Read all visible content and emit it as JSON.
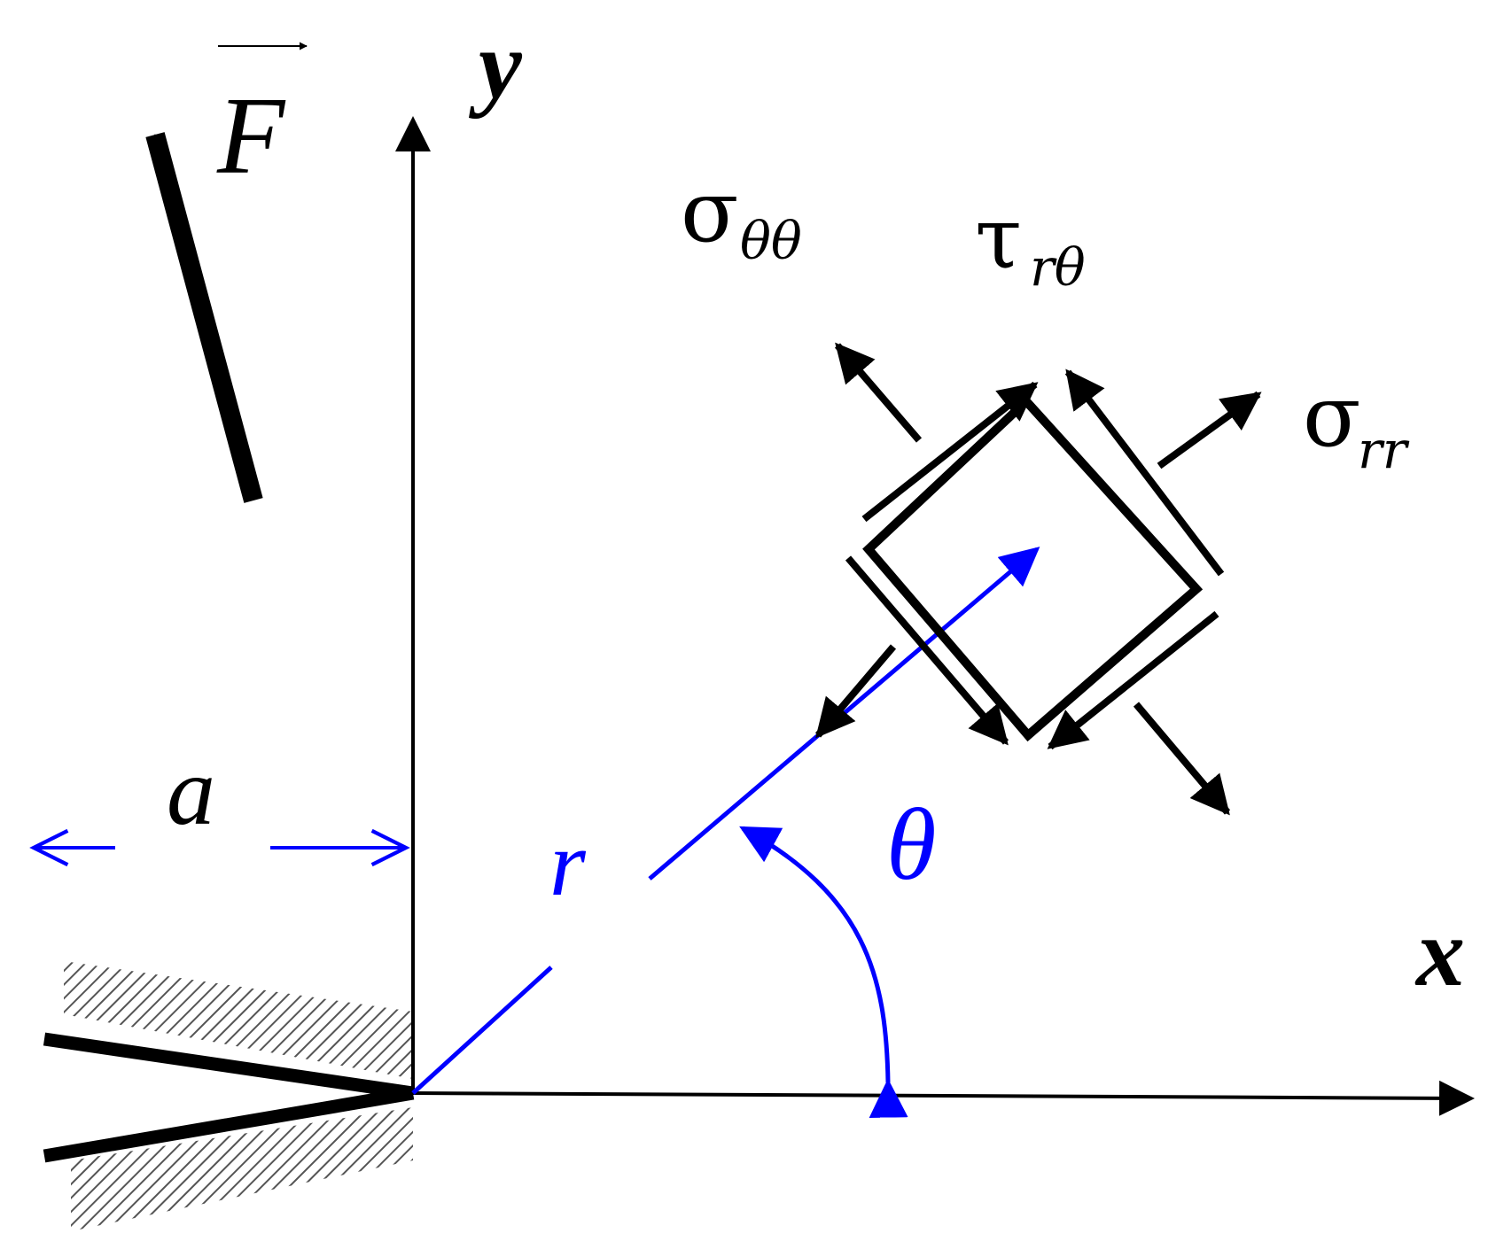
{
  "labels": {
    "force": "F",
    "y_axis": "y",
    "x_axis": "x",
    "crack_length": "a",
    "radius": "r",
    "angle": "θ"
  },
  "stresses": {
    "hoop_symbol": "σ",
    "hoop_subscript": "θθ",
    "shear_symbol": "τ",
    "shear_subscript": "rθ",
    "radial_symbol": "σ",
    "radial_subscript": "rr"
  },
  "colors": {
    "ink": "#000000",
    "accent": "#0000ff",
    "hatch": "#555555"
  }
}
